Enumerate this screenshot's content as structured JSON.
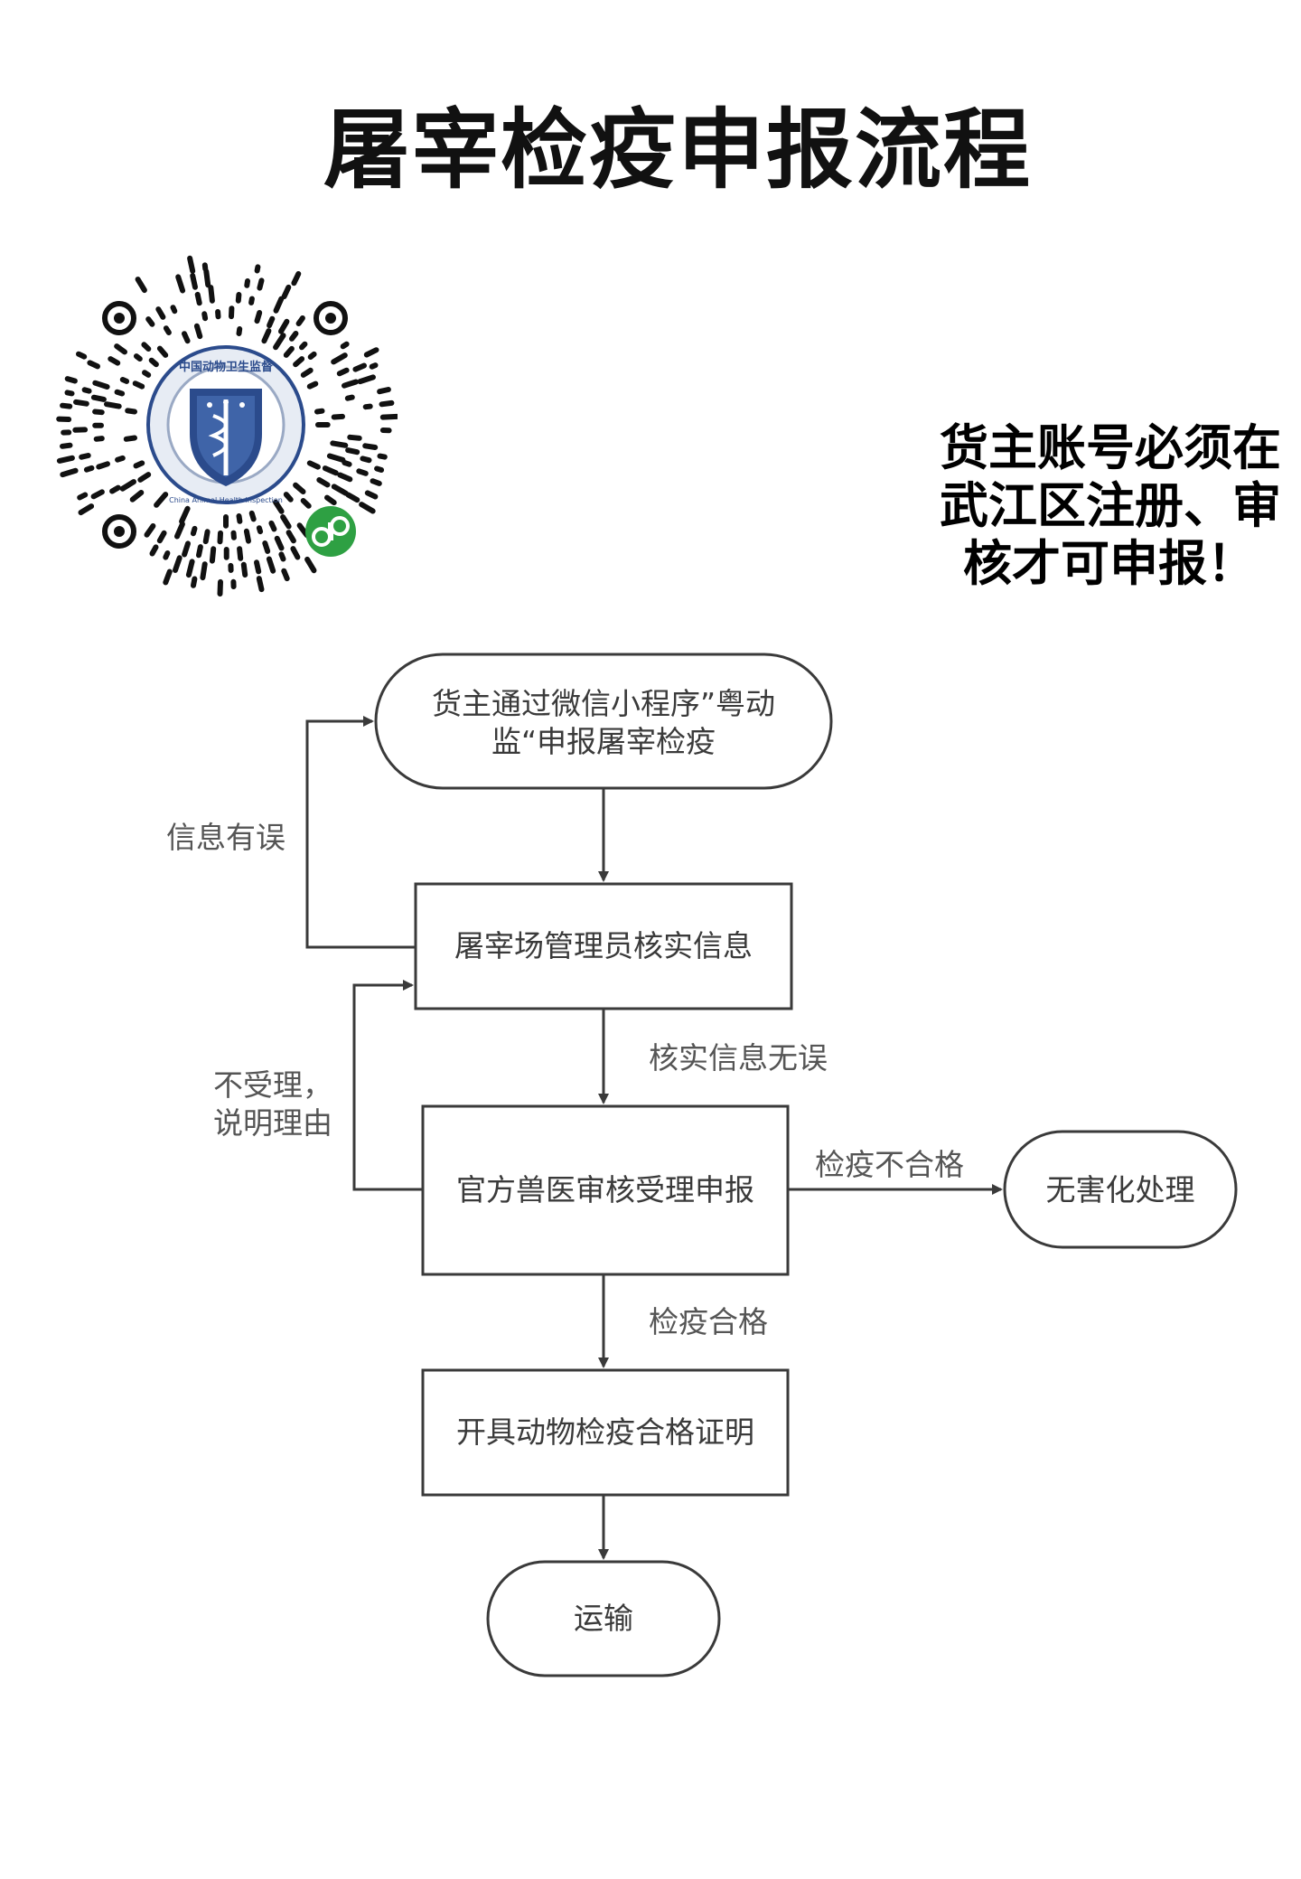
{
  "title": "屠宰检疫申报流程",
  "notice": [
    "货主账号必须在",
    "武江区注册、审",
    "核才可申报！"
  ],
  "qr_code": {
    "badge_text": "中国动物卫生监督",
    "badge_subtext": "China Animal Health Inspection",
    "mini_program_icon": "wechat-mini-program-icon",
    "colors": {
      "badge_blue": "#2b4b8c",
      "badge_light": "#c9d4e6",
      "mini_program_green": "#2ea043"
    }
  },
  "flow": {
    "nodes": {
      "start": [
        "货主通过微信小程序”粤动",
        "监“申报屠宰检疫"
      ],
      "verify": "屠宰场管理员核实信息",
      "review": "官方兽医审核受理申报",
      "certificate": "开具动物检疫合格证明",
      "transport": "运输",
      "harmless": "无害化处理"
    },
    "edges": {
      "info_error": "信息有误",
      "verified_ok": "核实信息无误",
      "rejected": [
        "不受理，",
        "说明理由"
      ],
      "quarantine_fail": "检疫不合格",
      "quarantine_pass": "检疫合格"
    }
  }
}
